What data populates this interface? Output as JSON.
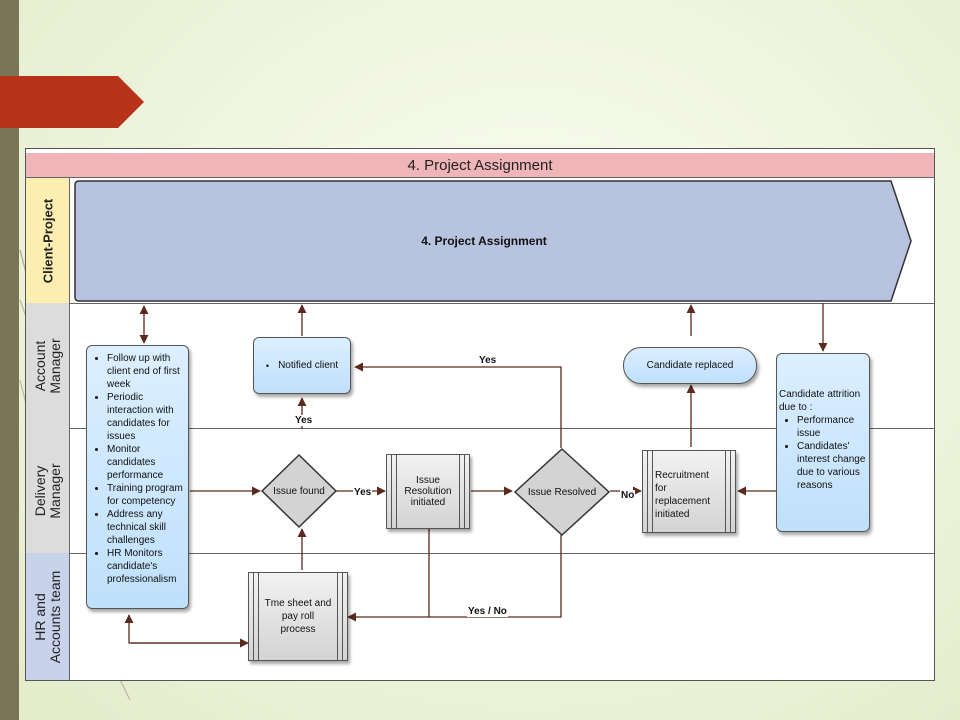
{
  "title_bar": "4. Project Assignment",
  "lanes": {
    "client_project": "Client-Project",
    "account_manager_1": "Account",
    "account_manager_2": "Manager",
    "delivery_manager_1": "Delivery",
    "delivery_manager_2": "Manager",
    "hr_1": "HR and",
    "hr_2": "Accounts team"
  },
  "phase_box": "4. Project Assignment",
  "followup_list": [
    "Follow up with client end of first week",
    "Periodic interaction with candidates for issues",
    "Monitor candidates performance",
    "Training program for competency",
    "Address any technical skill challenges",
    "HR Monitors candidate's professionalism"
  ],
  "notified_client": "Notified client",
  "issue_found": "Issue found",
  "issue_resolution": "Issue Resolution initiated",
  "issue_resolved": "Issue Resolved",
  "recruitment": "Recruitment for replacement initiated",
  "candidate_replaced": "Candidate replaced",
  "attrition": {
    "heading": "Candidate attrition due to :",
    "items": [
      "Performance issue",
      "Candidates' interest change due to various reasons"
    ]
  },
  "timesheet": "Tme sheet and pay roll process",
  "edge_labels": {
    "yes_top": "Yes",
    "yes_up": "Yes",
    "yes_right": "Yes",
    "no": "No",
    "yes_no": "Yes / No"
  },
  "colors": {
    "title_bar": "#f0b5b8",
    "phase_box": "#b8c3e0",
    "blue_box": "#bfe0fb",
    "grey_box": "#d3d3d3",
    "arrow": "#5a2a1e",
    "accent_red": "#b8321a",
    "side_bar": "#7a7557"
  }
}
